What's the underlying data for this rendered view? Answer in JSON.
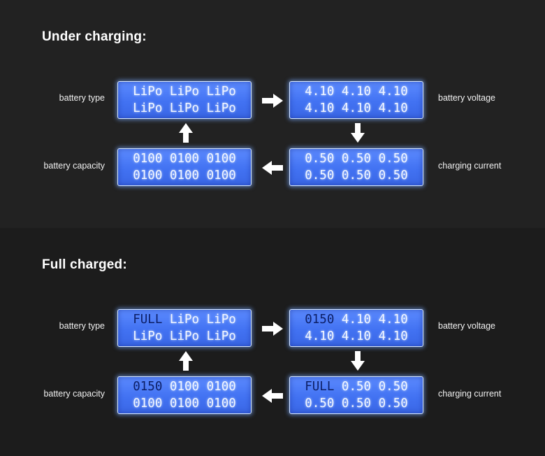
{
  "sections": [
    {
      "title": "Under charging:",
      "labels": {
        "top_left": "battery type",
        "top_right": "battery voltage",
        "bottom_left": "battery capacity",
        "bottom_right": "charging current"
      },
      "displays": {
        "top_left": [
          [
            {
              "text": "LiPo",
              "dark": false
            },
            {
              "text": "LiPo",
              "dark": false
            },
            {
              "text": "LiPo",
              "dark": false
            }
          ],
          [
            {
              "text": "LiPo",
              "dark": false
            },
            {
              "text": "LiPo",
              "dark": false
            },
            {
              "text": "LiPo",
              "dark": false
            }
          ]
        ],
        "top_right": [
          [
            {
              "text": "4.10",
              "dark": false
            },
            {
              "text": "4.10",
              "dark": false
            },
            {
              "text": "4.10",
              "dark": false
            }
          ],
          [
            {
              "text": "4.10",
              "dark": false
            },
            {
              "text": "4.10",
              "dark": false
            },
            {
              "text": "4.10",
              "dark": false
            }
          ]
        ],
        "bottom_left": [
          [
            {
              "text": "0100",
              "dark": false
            },
            {
              "text": "0100",
              "dark": false
            },
            {
              "text": "0100",
              "dark": false
            }
          ],
          [
            {
              "text": "0100",
              "dark": false
            },
            {
              "text": "0100",
              "dark": false
            },
            {
              "text": "0100",
              "dark": false
            }
          ]
        ],
        "bottom_right": [
          [
            {
              "text": "0.50",
              "dark": false
            },
            {
              "text": "0.50",
              "dark": false
            },
            {
              "text": "0.50",
              "dark": false
            }
          ],
          [
            {
              "text": "0.50",
              "dark": false
            },
            {
              "text": "0.50",
              "dark": false
            },
            {
              "text": "0.50",
              "dark": false
            }
          ]
        ]
      }
    },
    {
      "title": "Full charged:",
      "labels": {
        "top_left": "battery type",
        "top_right": "battery voltage",
        "bottom_left": "battery capacity",
        "bottom_right": "charging current"
      },
      "displays": {
        "top_left": [
          [
            {
              "text": "FULL",
              "dark": true
            },
            {
              "text": "LiPo",
              "dark": false
            },
            {
              "text": "LiPo",
              "dark": false
            }
          ],
          [
            {
              "text": "LiPo",
              "dark": false
            },
            {
              "text": "LiPo",
              "dark": false
            },
            {
              "text": "LiPo",
              "dark": false
            }
          ]
        ],
        "top_right": [
          [
            {
              "text": "0150",
              "dark": true
            },
            {
              "text": "4.10",
              "dark": false
            },
            {
              "text": "4.10",
              "dark": false
            }
          ],
          [
            {
              "text": "4.10",
              "dark": false
            },
            {
              "text": "4.10",
              "dark": false
            },
            {
              "text": "4.10",
              "dark": false
            }
          ]
        ],
        "bottom_left": [
          [
            {
              "text": "0150",
              "dark": true
            },
            {
              "text": "0100",
              "dark": false
            },
            {
              "text": "0100",
              "dark": false
            }
          ],
          [
            {
              "text": "0100",
              "dark": false
            },
            {
              "text": "0100",
              "dark": false
            },
            {
              "text": "0100",
              "dark": false
            }
          ]
        ],
        "bottom_right": [
          [
            {
              "text": "FULL",
              "dark": true
            },
            {
              "text": "0.50",
              "dark": false
            },
            {
              "text": "0.50",
              "dark": false
            }
          ],
          [
            {
              "text": "0.50",
              "dark": false
            },
            {
              "text": "0.50",
              "dark": false
            },
            {
              "text": "0.50",
              "dark": false
            }
          ]
        ]
      }
    }
  ],
  "arrows": {
    "top": "arrow-right-icon",
    "right": "arrow-down-icon",
    "bottom": "arrow-left-icon",
    "left": "arrow-up-icon"
  },
  "colors": {
    "lcd_background": "#4272f2",
    "lcd_text": "#f2f6ff",
    "lcd_text_highlight": "#0d1f66",
    "page_background": "#1b1b1b"
  }
}
